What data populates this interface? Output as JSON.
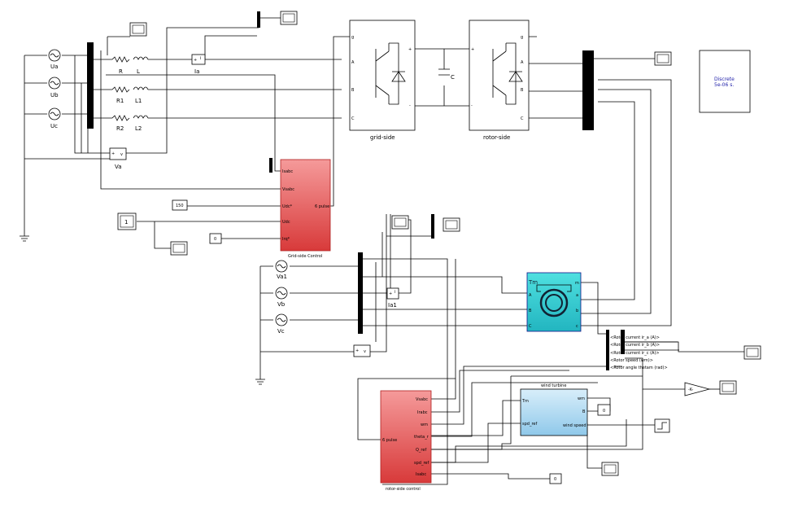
{
  "sources": {
    "ua": "Ua",
    "ub": "Ub",
    "uc": "Uc",
    "va1": "Va1",
    "vb": "Vb",
    "vc": "Vc"
  },
  "rl": {
    "r": "R",
    "l": "L",
    "r1": "R1",
    "l1": "L1",
    "r2": "R2",
    "l2": "L2"
  },
  "meas": {
    "ia": "Ia",
    "va": "Va",
    "ia1": "Ia1",
    "i_sym": "i",
    "v_sym": "v",
    "plus": "+",
    "minus": "-"
  },
  "grid_side": {
    "label": "grid-side",
    "ports": [
      "g",
      "A",
      "B",
      "C"
    ],
    "dc_plus": "+",
    "dc_minus": "-"
  },
  "rotor_side": {
    "label": "rotor-side",
    "ports": [
      "g",
      "A",
      "B",
      "C"
    ],
    "dc_plus": "+",
    "dc_minus": "-"
  },
  "capacitor": {
    "label": "C"
  },
  "solver": {
    "line1": "Discrete",
    "line2": "5e-06 s."
  },
  "gsc": {
    "title": "Grid-side Control",
    "inputs": [
      "Isabc",
      "Vsabc",
      "Udc*",
      "Udc",
      "Irq*"
    ],
    "output": "6 pulse"
  },
  "const": {
    "c150": "150",
    "c1": "1",
    "c0a": "0",
    "c0b": "0",
    "c0c": "0"
  },
  "machine": {
    "ports_left": [
      "Tm",
      "A",
      "B",
      "C"
    ],
    "ports_right": [
      "m",
      "a",
      "b",
      "c"
    ]
  },
  "bus_selector": {
    "items": [
      "<Rotor current ir_a (A)>",
      "<Rotor current ir_b (A)>",
      "<Rotor current ir_c (A)>",
      "<Rotor speed (wm)>",
      "<Rotor angle thetam (rad)>"
    ]
  },
  "gain": {
    "label": "-K-"
  },
  "wind_turbine": {
    "title": "wind turbine",
    "ports_left": [
      "Tm",
      "spd_ref"
    ],
    "ports_right": [
      "wm",
      "B",
      "wind speed"
    ]
  },
  "rsc": {
    "title": "rotor-side control",
    "inputs": [
      "Vsabc",
      "Irabc",
      "wm",
      "theta_r",
      "Q_ref",
      "spd_ref",
      "Isabc"
    ],
    "output": "6 pulse"
  },
  "colors": {
    "red": "#f07f7f",
    "machine": "#3fd0d0",
    "turbine": "#bfe3f6",
    "solver_text": "#2222aa"
  }
}
